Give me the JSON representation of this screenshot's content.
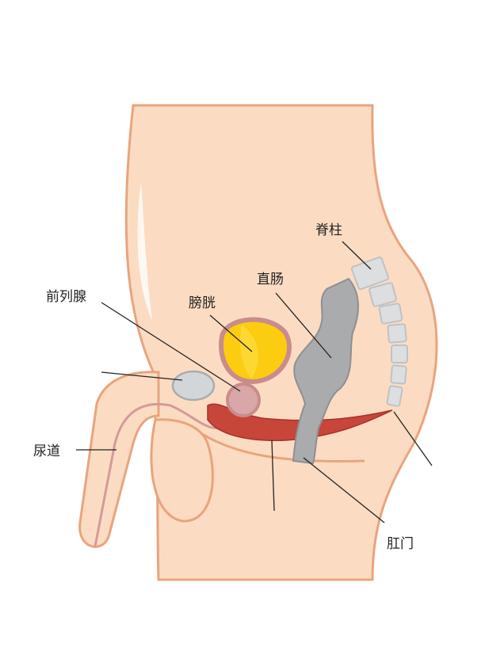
{
  "title": "Male pelvic anatomy (sagittal view)",
  "labels": {
    "spine": "脊柱",
    "rectum": "直肠",
    "bladder": "膀胱",
    "prostate": "前列腺",
    "urethra": "尿道",
    "anus": "肛门"
  },
  "colors": {
    "skin": "#fbdcc3",
    "skin_outline": "#e9a47d",
    "bladder": "#fccc10",
    "bladder_wall": "#c98c8c",
    "rectum": "#a9abad",
    "muscle": "#c8453a",
    "spine": "#d8dadb"
  }
}
